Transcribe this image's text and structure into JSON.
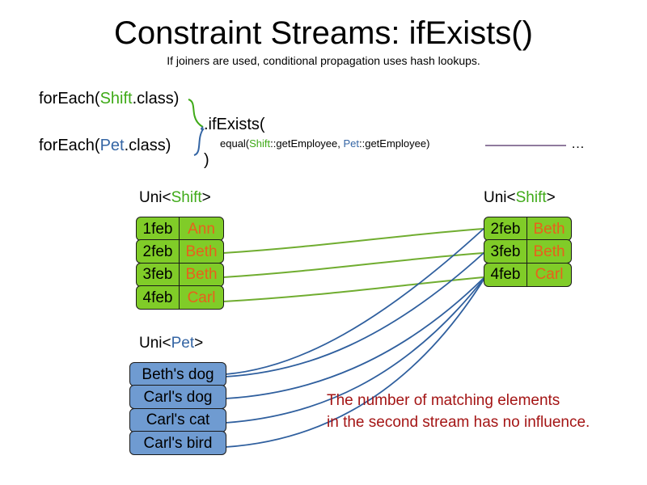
{
  "heading": {
    "title": "Constraint Streams: ifExists()",
    "subtitle": "If joiners are used, conditional propagation uses hash lookups."
  },
  "code": {
    "foreach_shift": {
      "prefix": "forEach(",
      "type": "Shift",
      "suffix": ".class)"
    },
    "foreach_pet": {
      "prefix": "forEach(",
      "type": "Pet",
      "suffix": ".class)"
    },
    "if_exists": ".ifExists(",
    "equal": {
      "prefix": "equal(",
      "type_a": "Shift",
      "mid": "::getEmployee, ",
      "type_b": "Pet",
      "suffix": "::getEmployee)"
    },
    "close_paren": ")",
    "ellipsis": "…"
  },
  "streams": {
    "left_shift": {
      "label": {
        "prefix": "Uni<",
        "type": "Shift",
        "suffix": ">"
      },
      "rows": [
        {
          "date": "1feb",
          "name": "Ann"
        },
        {
          "date": "2feb",
          "name": "Beth"
        },
        {
          "date": "3feb",
          "name": "Beth"
        },
        {
          "date": "4feb",
          "name": "Carl"
        }
      ]
    },
    "right_shift": {
      "label": {
        "prefix": "Uni<",
        "type": "Shift",
        "suffix": ">"
      },
      "rows": [
        {
          "date": "2feb",
          "name": "Beth"
        },
        {
          "date": "3feb",
          "name": "Beth"
        },
        {
          "date": "4feb",
          "name": "Carl"
        }
      ]
    },
    "pet": {
      "label": {
        "prefix": "Uni<",
        "type": "Pet",
        "suffix": ">"
      },
      "rows": [
        {
          "name": "Beth's dog"
        },
        {
          "name": "Carl's dog"
        },
        {
          "name": "Carl's cat"
        },
        {
          "name": "Carl's bird"
        }
      ]
    }
  },
  "annotation": {
    "line1": "The number of matching elements",
    "line2": "in the second stream has no influence."
  },
  "colors": {
    "shift_green": "#3faa18",
    "pet_blue": "#3465a4",
    "box_green": "#80cc28",
    "box_blue": "#6f9bd1",
    "name_orange": "#e8601c",
    "annotation_red": "#a41515",
    "link_green": "#70ad30",
    "link_blue": "#2f5f9e",
    "equal_line_purple": "#6b4f7d"
  }
}
